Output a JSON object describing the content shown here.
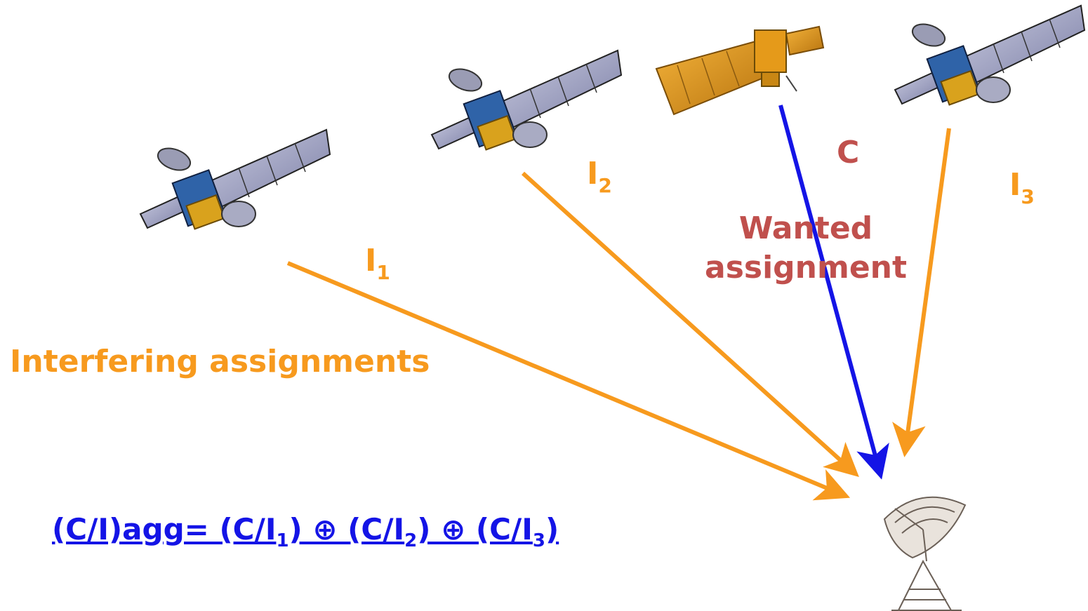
{
  "labels": {
    "interfering": "Interfering assignments",
    "wanted_line1": "Wanted",
    "wanted_line2": "assignment",
    "c": "C",
    "i_base": "I",
    "i1_sub": "1",
    "i2_sub": "2",
    "i3_sub": "3"
  },
  "formula": {
    "head": "(C/I)agg= (C/I",
    "sub1": "1",
    "mid1": ") ⊕ (C/I",
    "sub2": "2",
    "mid2": ") ⊕ (C/I",
    "sub3": "3",
    "tail": ")"
  },
  "colors": {
    "interference": "#F79A1E",
    "wanted_arrow": "#1414E6",
    "wanted_text": "#C0504D",
    "formula": "#1414E6"
  },
  "icons": [
    "satellite-icon",
    "earth-station-dish-icon"
  ]
}
